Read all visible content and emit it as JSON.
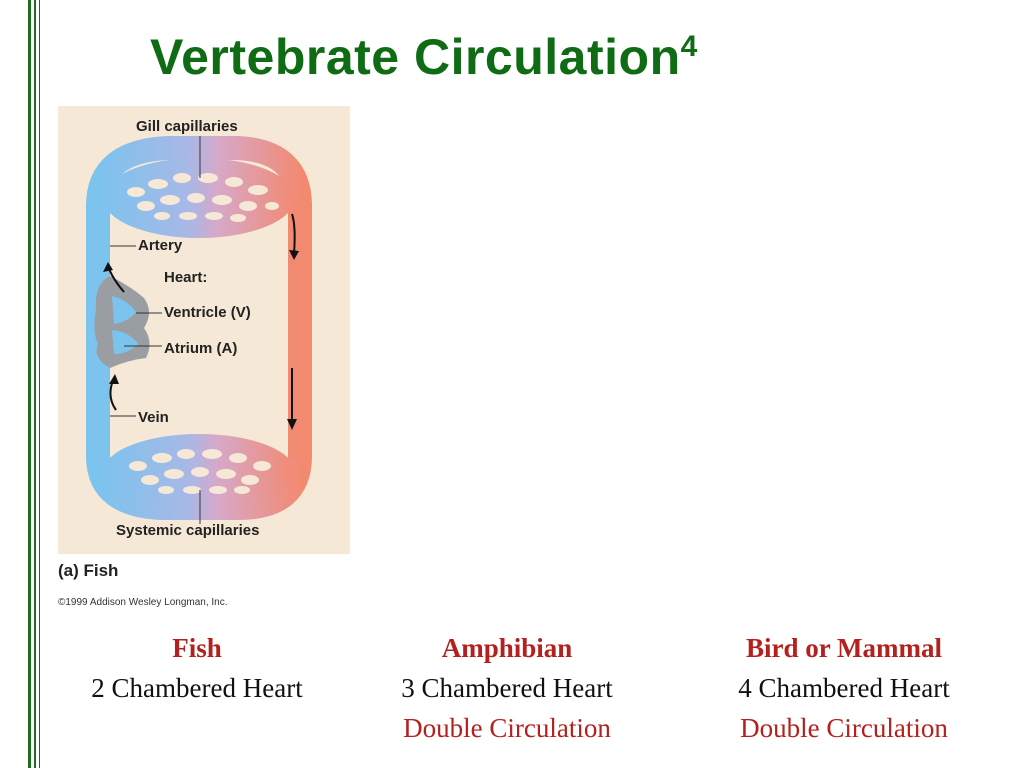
{
  "slide": {
    "title": "Vertebrate Circulation",
    "title_superscript": "4"
  },
  "figure": {
    "labels": {
      "gill_capillaries": "Gill capillaries",
      "artery": "Artery",
      "heart": "Heart:",
      "ventricle": "Ventricle (V)",
      "atrium": "Atrium (A)",
      "vein": "Vein",
      "systemic_capillaries": "Systemic capillaries"
    },
    "caption": "(a) Fish",
    "copyright": "©1999 Addison Wesley Longman, Inc."
  },
  "columns": [
    {
      "heading": "Fish",
      "line1": "2 Chambered Heart",
      "line2": ""
    },
    {
      "heading": "Amphibian",
      "line1": "3 Chambered Heart",
      "line2": "Double Circulation"
    },
    {
      "heading": "Bird or Mammal",
      "line1": "4 Chambered Heart",
      "line2": "Double Circulation"
    }
  ],
  "colors": {
    "title": "#0f6b14",
    "heading": "#b5201e",
    "deoxygenated": "#7cc3ee",
    "oxygenated": "#f28a72",
    "border": "#1f6b1f"
  }
}
